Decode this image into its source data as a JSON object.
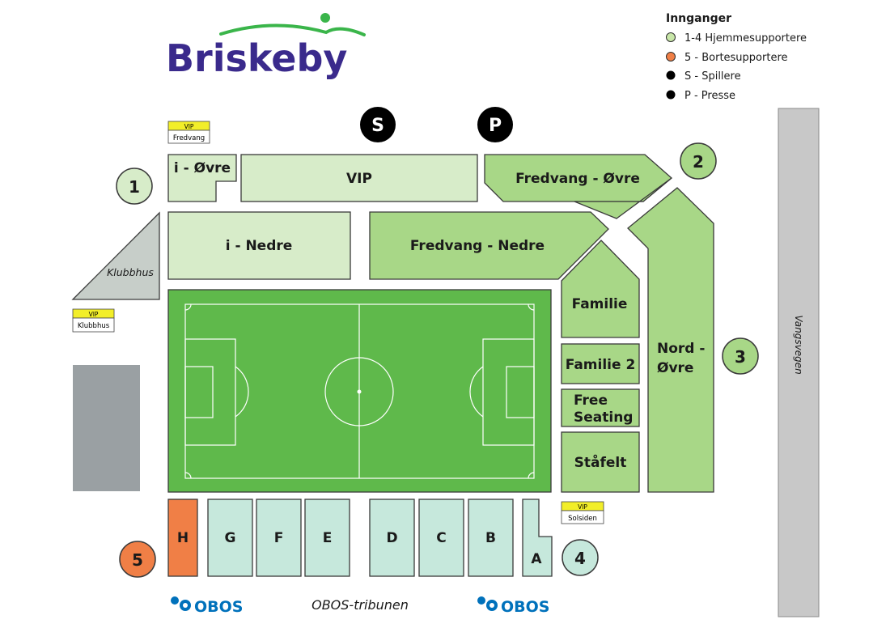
{
  "logo": {
    "text": "Briskeby",
    "text_color": "#3a2a8c",
    "swoosh_color": "#3ab54a"
  },
  "legend": {
    "title": "Innganger",
    "items": [
      {
        "label": "1-4 Hjemmesupportere",
        "color": "#c8e6a8"
      },
      {
        "label": "5 - Bortesupportere",
        "color": "#f07f46"
      },
      {
        "label": "S - Spillere",
        "color": "#000000"
      },
      {
        "label": "P - Presse",
        "color": "#000000"
      }
    ]
  },
  "markers": {
    "s": "S",
    "p": "P"
  },
  "vip_tags": {
    "vip_word": "VIP",
    "fredvang": "Fredvang",
    "klubbhus": "Klubbhus",
    "solsiden": "Solsiden"
  },
  "sections": {
    "i_ovre": "i - Øvre",
    "vip": "VIP",
    "fredvang_ovre": "Fredvang - Øvre",
    "i_nedre": "i - Nedre",
    "fredvang_nedre": "Fredvang - Nedre",
    "familie": "Familie",
    "familie2": "Familie 2",
    "free_line1": "Free",
    "free_line2": "Seating",
    "stafelt": "Ståfelt",
    "nord_line1": "Nord -",
    "nord_line2": "Øvre",
    "h": "H",
    "g": "G",
    "f": "F",
    "e": "E",
    "d": "D",
    "c": "C",
    "b": "B",
    "a": "A"
  },
  "klubbhus_label": "Klubbhus",
  "road_label": "Vangsvegen",
  "entrances": {
    "e1": "1",
    "e2": "2",
    "e3": "3",
    "e4": "4",
    "e5": "5"
  },
  "bottom": {
    "obos_left": "OBOS",
    "tribune": "OBOS-tribunen",
    "obos_right": "OBOS"
  },
  "colors": {
    "light_green": "#d7ecc9",
    "mid_green": "#a8d787",
    "teal": "#c6e8dc",
    "orange": "#f07f46",
    "pitch": "#5fb94b",
    "gray": "#c7cec9",
    "road": "#c8c8c8",
    "obos_blue": "#0071bb"
  }
}
